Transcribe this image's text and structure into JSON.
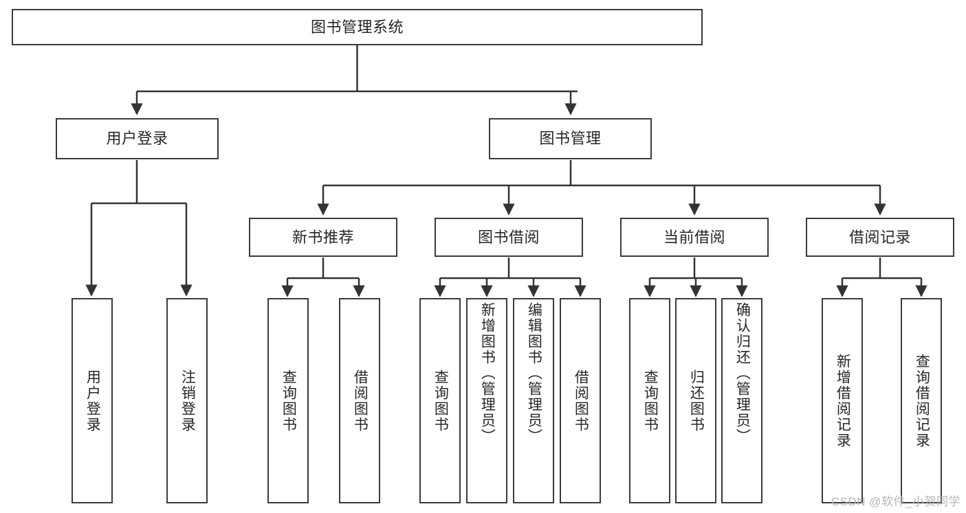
{
  "diagram": {
    "type": "tree",
    "title": "图书管理系统",
    "orientation": "top-down",
    "colors": {
      "background": "#ffffff",
      "node_border": "#3a3a3a",
      "node_fill": "#ffffff",
      "edge": "#333333",
      "text": "#262626",
      "watermark": "#b6b6b6"
    },
    "root": {
      "label": "图书管理系统"
    },
    "level2": [
      {
        "label": "用户登录"
      },
      {
        "label": "图书管理"
      }
    ],
    "level3": [
      {
        "label": "新书推荐"
      },
      {
        "label": "图书借阅"
      },
      {
        "label": "当前借阅"
      },
      {
        "label": "借阅记录"
      }
    ],
    "leaves": {
      "user_login": [
        {
          "label": "用户登录"
        },
        {
          "label": "注销登录"
        }
      ],
      "new_book_recommend": [
        {
          "label": "查询图书"
        },
        {
          "label": "借阅图书"
        }
      ],
      "book_borrow": [
        {
          "label": "查询图书"
        },
        {
          "label": "新增图书（管理员）"
        },
        {
          "label": "编辑图书（管理员）"
        },
        {
          "label": "借阅图书"
        }
      ],
      "current_borrow": [
        {
          "label": "查询图书"
        },
        {
          "label": "归还图书"
        },
        {
          "label": "确认归还（管理员）"
        }
      ],
      "borrow_record": [
        {
          "label": "新增借阅记录"
        },
        {
          "label": "查询借阅记录"
        }
      ]
    }
  },
  "watermark": {
    "text": "CSDN @软件_小贺同学"
  }
}
